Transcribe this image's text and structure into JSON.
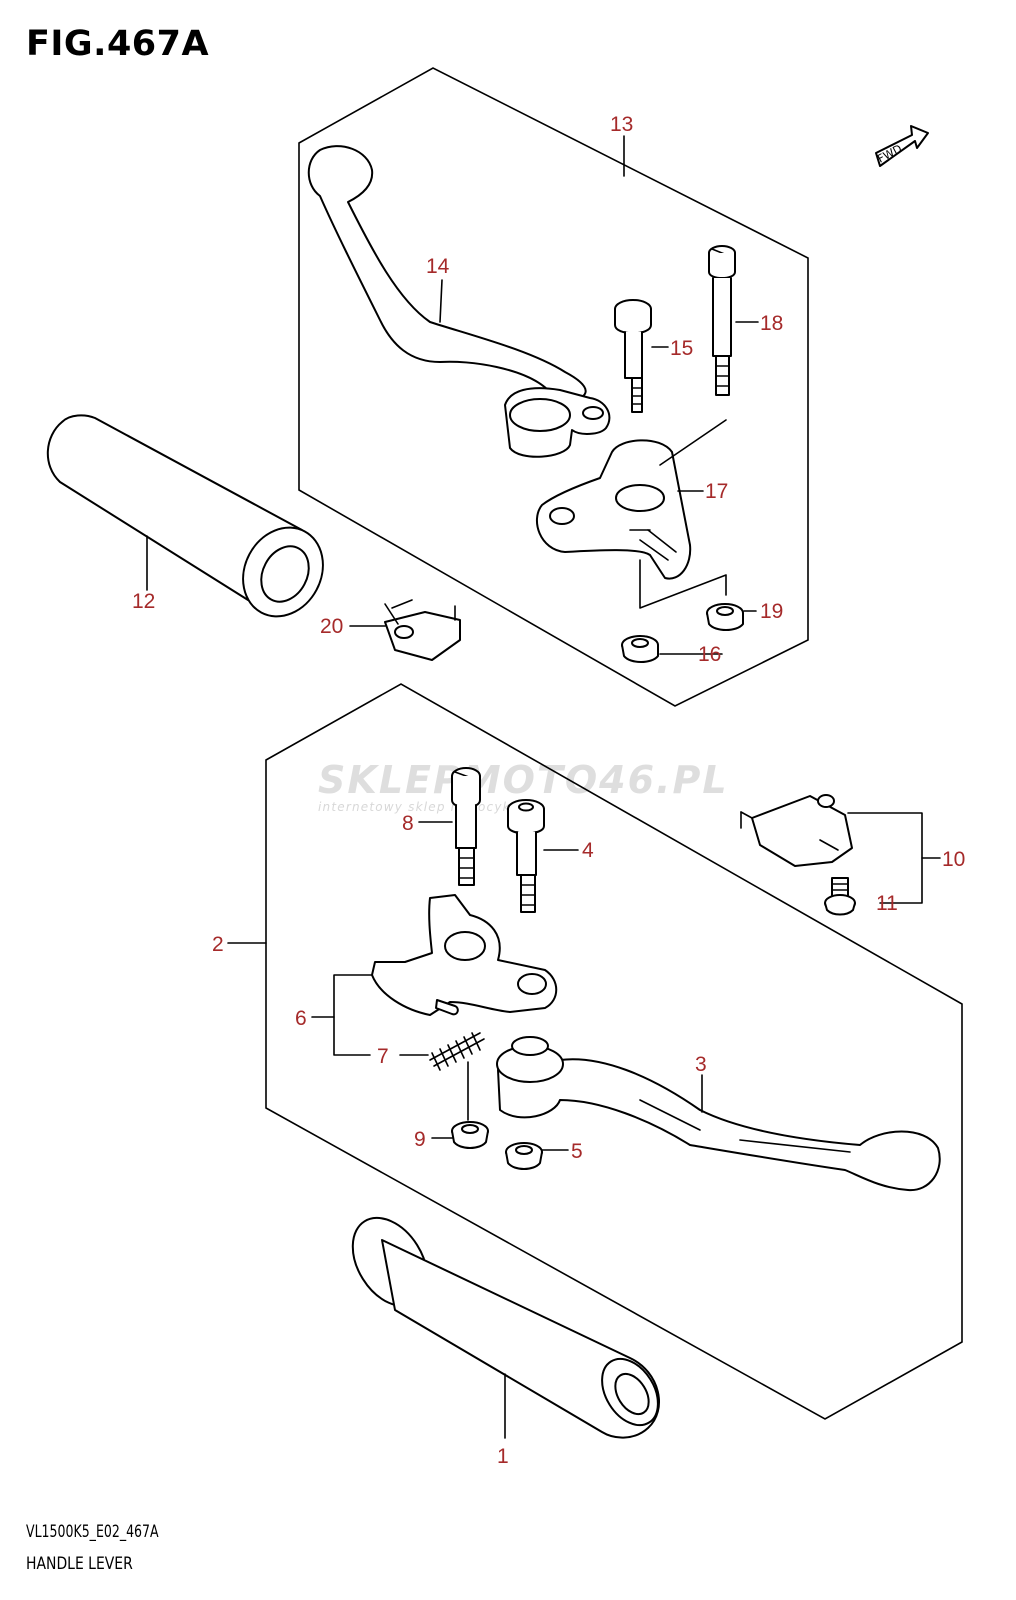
{
  "figure": {
    "title": "FIG.467A",
    "code": "VL1500K5_E02_467A",
    "caption": "HANDLE LEVER"
  },
  "fwd_label": "FWD",
  "watermark": {
    "text": "SKLEPMOTO46.PL",
    "subtext": "internetowy sklep motocyklowy"
  },
  "callouts": [
    "1",
    "2",
    "3",
    "4",
    "5",
    "6",
    "7",
    "8",
    "9",
    "10",
    "11",
    "12",
    "13",
    "14",
    "15",
    "16",
    "17",
    "18",
    "19",
    "20"
  ],
  "colors": {
    "callout": "#a52a2a",
    "line": "#000000",
    "watermark": "#dedede"
  }
}
